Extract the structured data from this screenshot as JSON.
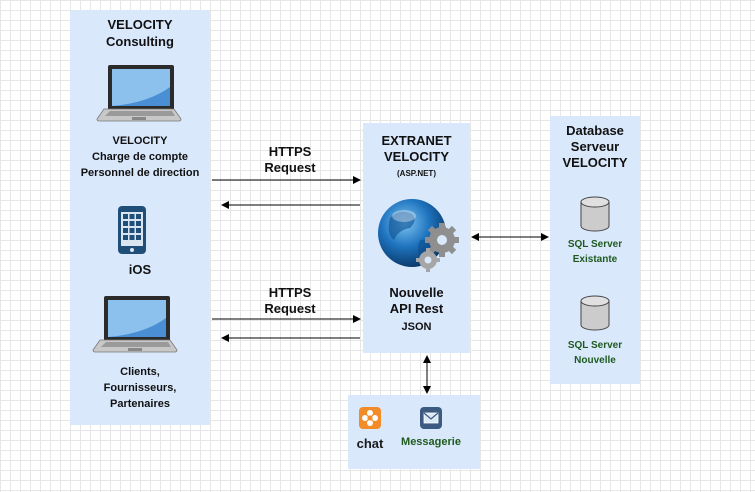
{
  "left_panel": {
    "title_line1": "VELOCITY",
    "title_line2": "Consulting",
    "laptop1_line1": "VELOCITY",
    "laptop1_line2": "Charge de compte",
    "laptop1_line3": "Personnel de direction",
    "ios_label": "iOS",
    "laptop2_line1": "Clients,",
    "laptop2_line2": "Fournisseurs,",
    "laptop2_line3": "Partenaires"
  },
  "arrows": {
    "top_line1": "HTTPS",
    "top_line2": "Request",
    "bottom_line1": "HTTPS",
    "bottom_line2": "Request"
  },
  "middle_panel": {
    "title_line1": "EXTRANET",
    "title_line2": "VELOCITY",
    "subtitle": "(ASP.NET)",
    "api_line1": "Nouvelle",
    "api_line2": "API Rest",
    "api_line3": "JSON"
  },
  "right_panel": {
    "title_line1": "Database",
    "title_line2": "Serveur",
    "title_line3": "VELOCITY",
    "db1_line1": "SQL Server",
    "db1_line2": "Existante",
    "db2_line1": "SQL Server",
    "db2_line2": "Nouvelle"
  },
  "bottom_panel": {
    "chat_label": "chat",
    "messaging_label": "Messagerie"
  },
  "colors": {
    "panel_fill": "#dae8fc",
    "laptop_blue": "#1f6fb5",
    "globe_blue": "#1e73be",
    "db_gray": "#cccccc"
  },
  "icons": [
    "laptop-icon",
    "smartphone-icon",
    "globe-gears-icon",
    "database-icon",
    "chat-icon",
    "mail-icon"
  ]
}
